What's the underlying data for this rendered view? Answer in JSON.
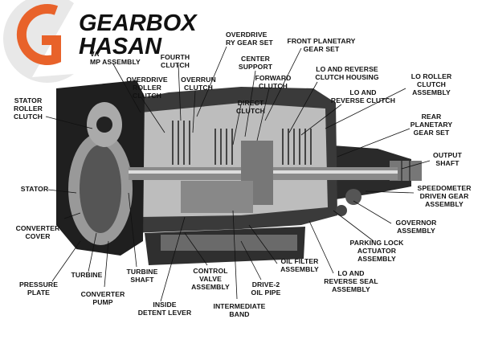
{
  "logo": {
    "letter": "G",
    "line1": "GEARBOX",
    "line2": "HASAN"
  },
  "labels": {
    "overdrive_gear_set": [
      "OVERDRIVE",
      "RY GEAR SET"
    ],
    "front_planetary_gear_set": [
      "FRONT PLANETARY",
      "GEAR SET"
    ],
    "pump_assembly": [
      "VA",
      "MP ASSEMBLY"
    ],
    "fourth_clutch": [
      "FOURTH",
      "CLUTCH"
    ],
    "center_support": [
      "CENTER",
      "SUPPORT"
    ],
    "lo_reverse_clutch_housing": [
      "LO AND REVERSE",
      "CLUTCH HOUSING"
    ],
    "lo_roller_clutch_assembly": [
      "LO ROLLER",
      "CLUTCH",
      "ASSEMBLY"
    ],
    "forward_clutch": [
      "FORWARD",
      "CLUTCH"
    ],
    "overdrive_roller_clutch": [
      "OVERDRIVE",
      "ROLLER",
      "CLUTCH"
    ],
    "overrun_clutch": [
      "OVERRUN",
      "CLUTCH"
    ],
    "lo_reverse_clutch": [
      "LO AND",
      "REVERSE CLUTCH"
    ],
    "direct_clutch": [
      "DIRECT",
      "CLUTCH"
    ],
    "stator_roller_clutch": [
      "STATOR",
      "ROLLER",
      "CLUTCH"
    ],
    "rear_planetary_gear_set": [
      "REAR",
      "PLANETARY",
      "GEAR SET"
    ],
    "output_shaft": [
      "OUTPUT",
      "SHAFT"
    ],
    "stator": [
      "STATOR"
    ],
    "speedometer_driven_gear": [
      "SPEEDOMETER",
      "DRIVEN GEAR",
      "ASSEMBLY"
    ],
    "governor_assembly": [
      "GOVERNOR",
      "ASSEMBLY"
    ],
    "converter_cover": [
      "CONVERTER",
      "COVER"
    ],
    "parking_lock_actuator": [
      "PARKING LOCK",
      "ACTUATOR",
      "ASSEMBLY"
    ],
    "oil_filter_assembly": [
      "OIL FILTER",
      "ASSEMBLY"
    ],
    "lo_reverse_seal_assembly": [
      "LO AND",
      "REVERSE SEAL",
      "ASSEMBLY"
    ],
    "turbine": [
      "TURBINE"
    ],
    "turbine_shaft": [
      "TURBINE",
      "SHAFT"
    ],
    "control_valve_assembly": [
      "CONTROL",
      "VALVE",
      "ASSEMBLY"
    ],
    "drive2_oil_pipe": [
      "DRIVE-2",
      "OIL PIPE"
    ],
    "pressure_plate": [
      "PRESSURE",
      "PLATE"
    ],
    "converter_pump": [
      "CONVERTER",
      "PUMP"
    ],
    "inside_detent_lever": [
      "INSIDE",
      "DETENT LEVER"
    ],
    "intermediate_band": [
      "INTERMEDIATE",
      "BAND"
    ]
  }
}
